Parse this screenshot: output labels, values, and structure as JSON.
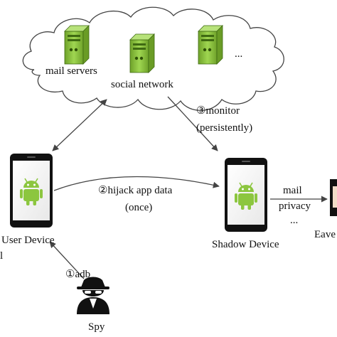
{
  "cloud": {
    "mail_servers_label": "mail servers",
    "social_network_label": "social network",
    "more_label": "..."
  },
  "edges": {
    "monitor_label": "③monitor",
    "monitor_note": "(persistently)",
    "hijack_label": "②hijack app data",
    "hijack_note": "(once)",
    "adb_label": "①adb",
    "mail_label": "mail",
    "privacy_label": "privacy",
    "more_label": "..."
  },
  "nodes": {
    "user_device_label": "User Device",
    "shadow_device_label": "Shadow Device",
    "spy_label": "Spy",
    "eavesdropper_label": "Eave",
    "left_cut_label": "l"
  },
  "colors": {
    "cloud_fill": "#ffffff",
    "cloud_stroke": "#444444",
    "server_body": "#8cc63f",
    "server_dark": "#5a8a1f",
    "phone_body": "#111111",
    "phone_screen": "#ffffff",
    "android_green": "#8cc63f",
    "arrow": "#444444",
    "spy": "#111111"
  },
  "icons": {
    "server": "server-icon",
    "phone": "phone-icon",
    "android": "android-icon",
    "spy": "spy-icon",
    "person": "person-icon"
  }
}
